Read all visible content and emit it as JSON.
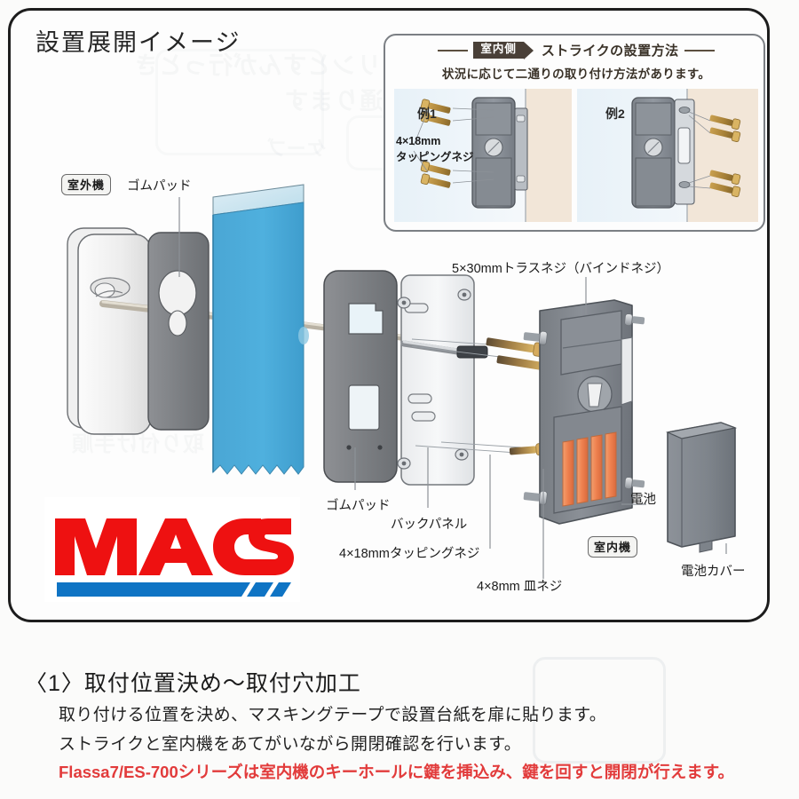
{
  "panel": {
    "title": "設置展開イメージ"
  },
  "inset": {
    "badge": "室内側",
    "title": "ストライクの設置方法",
    "subtitle": "状況に応じて二通りの取り付け方法があります。",
    "example_1": "例1",
    "example_2": "例2",
    "screw_label_line1": "4×18mm",
    "screw_label_line2": "タッピングネジ"
  },
  "diagram": {
    "labels": {
      "outdoor_unit": "室外機",
      "rubber_pad_left": "ゴムパッド",
      "rubber_pad_mid": "ゴムパッド",
      "back_panel": "バックパネル",
      "tapping_screw": "4×18mmタッピングネジ",
      "truss_screw": "5×30mmトラスネジ（バインドネジ）",
      "flat_head_screw": "4×8mm 皿ネジ",
      "battery": "電池",
      "indoor_unit": "室内機",
      "battery_cover": "電池カバー"
    }
  },
  "logo": {
    "text": "MACS",
    "red": "#ee1111",
    "blue": "#0f74c4"
  },
  "bottom": {
    "step_heading": "〈1〉取付位置決め～取付穴加工",
    "line_1": "取り付ける位置を決め、マスキングテープで設置台紙を扉に貼ります。",
    "line_2": "ストライクと室内機をあてがいながら開閉確認を行います。",
    "line_3_highlight": "Flassa7/ES-700シリーズは室内機のキーホールに鍵を挿込み、鍵を回すと開閉が行えます。",
    "highlight_color": "#e23b3b"
  },
  "bleed_through": {
    "t1": "クリンとすんが行っとき",
    "t2": "品を通ります",
    "t3": "ケーブ",
    "t4": "取り付け手順"
  }
}
